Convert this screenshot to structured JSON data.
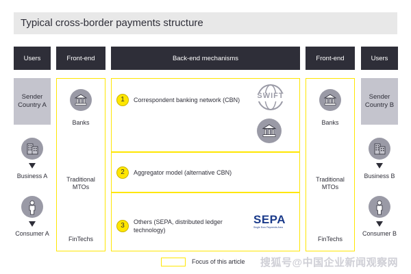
{
  "title": "Typical cross-border payments structure",
  "headers": {
    "users_left": "Users",
    "frontend_left": "Front-end",
    "backend": "Back-end mechanisms",
    "frontend_right": "Front-end",
    "users_right": "Users"
  },
  "left_users": {
    "sender": "Sender Country A",
    "business": "Business A",
    "consumer": "Consumer A"
  },
  "right_users": {
    "sender": "Sender Country B",
    "business": "Business B",
    "consumer": "Consumer B"
  },
  "frontend_left": {
    "banks": "Banks",
    "mtos": "Traditional MTOs",
    "fintechs": "FinTechs"
  },
  "frontend_right": {
    "banks": "Banks",
    "mtos": "Traditional MTOs",
    "fintechs": "FinTechs"
  },
  "mechanisms": [
    {
      "num": "1",
      "label": "Correspondent banking network (CBN)"
    },
    {
      "num": "2",
      "label": "Aggregator model (alternative CBN)"
    },
    {
      "num": "3",
      "label": "Others (SEPA, distributed ledger technology)"
    }
  ],
  "logos": {
    "swift": "SWIFT",
    "sepa": "SEPA",
    "sepa_sub": "Single Euro Payments Area"
  },
  "legend": "Focus of this article",
  "watermark": "搜狐号@中国企业新闻观察网",
  "colors": {
    "accent": "#ffe600",
    "dark": "#2e2e38",
    "grey": "#c4c4cd",
    "icon": "#9a9aa6"
  }
}
